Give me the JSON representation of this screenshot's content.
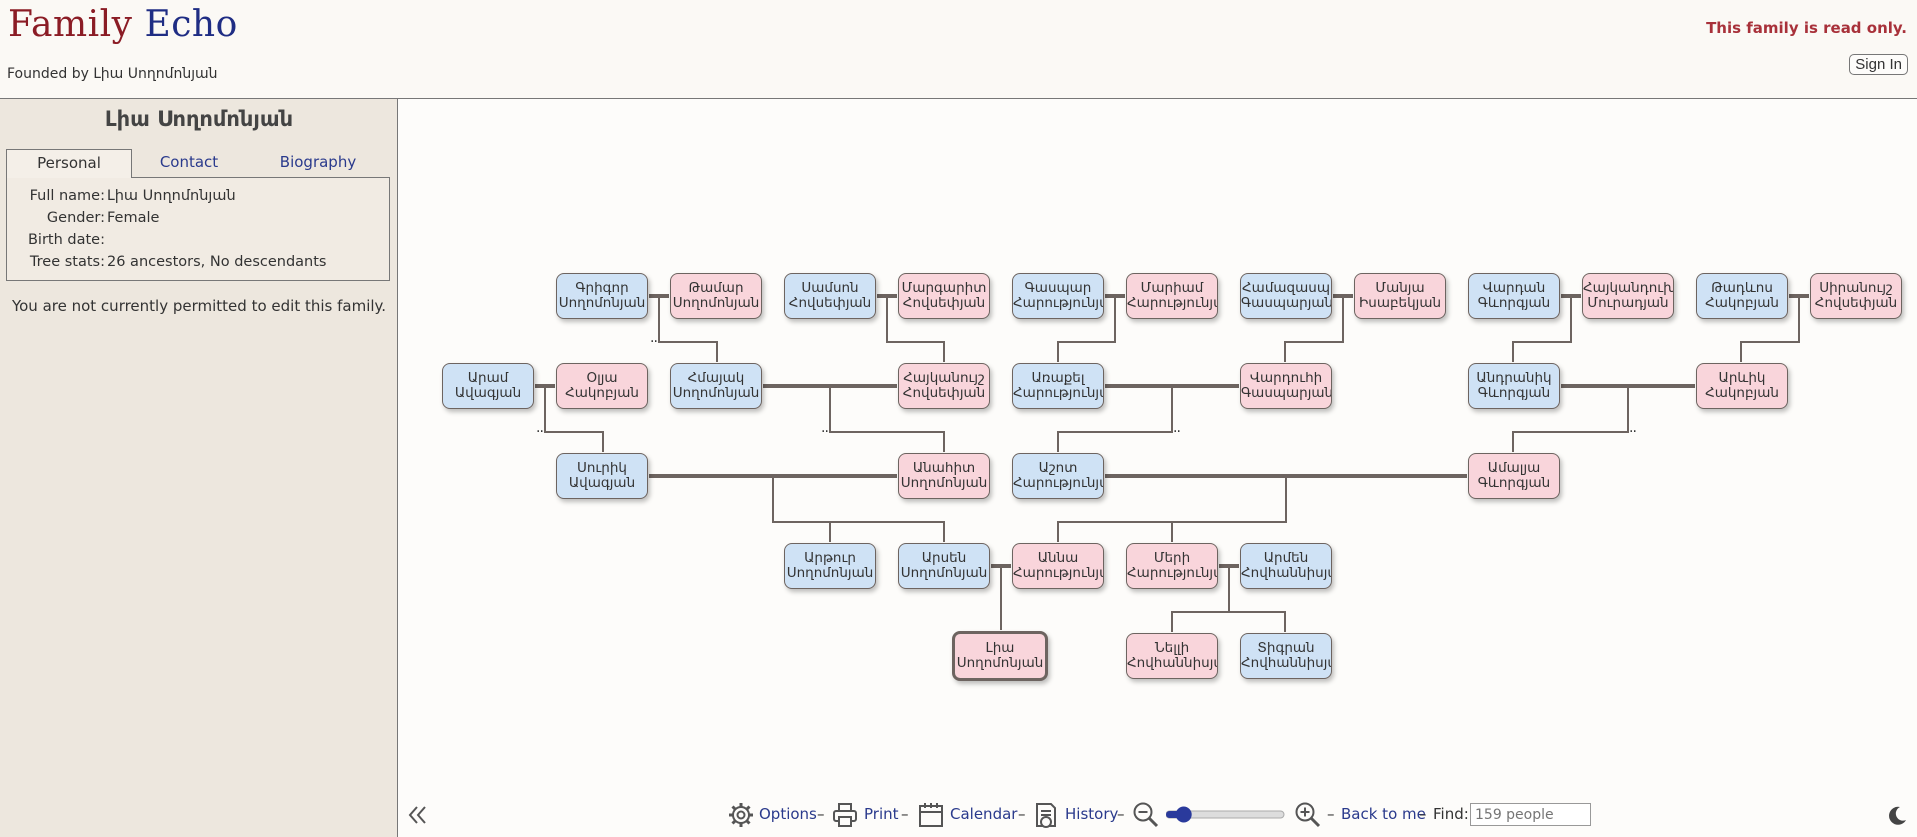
{
  "app": {
    "logo_word1": "Family",
    "logo_word2": "Echo",
    "founded": "Founded by Լիա Սողոմոնյան",
    "readonly": "This family is read only.",
    "signin": "Sign In"
  },
  "sidebar": {
    "name": "Լիա Սողոմոնյան",
    "tabs": [
      "Personal",
      "Contact",
      "Biography"
    ],
    "fields": [
      {
        "label": "Full name:",
        "value": "Լիա Սողոմոնյան"
      },
      {
        "label": "Gender:",
        "value": "Female"
      },
      {
        "label": "Birth date:",
        "value": ""
      },
      {
        "label": "Tree stats:",
        "value": "26 ancestors, No descendants"
      }
    ],
    "notice": "You are not currently permitted to edit this family."
  },
  "tree": {
    "people": [
      {
        "first": "Գրիգոր",
        "last": "Սողոմոնյան",
        "gender": "male"
      },
      {
        "first": "Թամար",
        "last": "Սողոմոնյան",
        "gender": "female"
      },
      {
        "first": "Սամսոն",
        "last": "Հովսեփյան",
        "gender": "male"
      },
      {
        "first": "Մարգարիտ",
        "last": "Հովսեփյան",
        "gender": "female"
      },
      {
        "first": "Գասպար",
        "last": "Հարությունյան",
        "gender": "male"
      },
      {
        "first": "Մարիամ",
        "last": "Հարությունյան",
        "gender": "female"
      },
      {
        "first": "Համազասպ",
        "last": "Գասպարյան",
        "gender": "male"
      },
      {
        "first": "Մանյա",
        "last": "Իսաբեկյան",
        "gender": "female"
      },
      {
        "first": "Վարդան",
        "last": "Գևորգյան",
        "gender": "male"
      },
      {
        "first": "Հայկանդուխտ",
        "last": "Մուրադյան",
        "gender": "female"
      },
      {
        "first": "Թադևոս",
        "last": "Հակոբյան",
        "gender": "male"
      },
      {
        "first": "Սիրանույշ",
        "last": "Հովսեփյան",
        "gender": "female"
      },
      {
        "first": "Արամ",
        "last": "Ավագյան",
        "gender": "male"
      },
      {
        "first": "Օլյա",
        "last": "Հակոբյան",
        "gender": "female"
      },
      {
        "first": "Հմայակ",
        "last": "Սողոմոնյան",
        "gender": "male"
      },
      {
        "first": "Հայկանույշ",
        "last": "Հովսեփյան",
        "gender": "female"
      },
      {
        "first": "Առաքել",
        "last": "Հարությունյան",
        "gender": "male"
      },
      {
        "first": "Վարդուհի",
        "last": "Գասպարյան",
        "gender": "female"
      },
      {
        "first": "Անդրանիկ",
        "last": "Գևորգյան",
        "gender": "male"
      },
      {
        "first": "Արևիկ",
        "last": "Հակոբյան",
        "gender": "female"
      },
      {
        "first": "Սուրիկ",
        "last": "Ավագյան",
        "gender": "male"
      },
      {
        "first": "Անահիտ",
        "last": "Սողոմոնյան",
        "gender": "female"
      },
      {
        "first": "Աշոտ",
        "last": "Հարությունյան",
        "gender": "male"
      },
      {
        "first": "Ամալյա",
        "last": "Գևորգյան",
        "gender": "female"
      },
      {
        "first": "Արթուր",
        "last": "Սողոմոնյան",
        "gender": "male"
      },
      {
        "first": "Արսեն",
        "last": "Սողոմոնյան",
        "gender": "male"
      },
      {
        "first": "Աննա",
        "last": "Հարությունյան",
        "gender": "female"
      },
      {
        "first": "Մերի",
        "last": "Հարությունյան",
        "gender": "female"
      },
      {
        "first": "Արմեն",
        "last": "Հովհաննիսյան",
        "gender": "male"
      },
      {
        "first": "Լիա",
        "last": "Սողոմոնյան",
        "gender": "female"
      },
      {
        "first": "Նելլի",
        "last": "Հովհաննիսյան",
        "gender": "female"
      },
      {
        "first": "Տիգրան",
        "last": "Հովհաննիսյան",
        "gender": "male"
      }
    ],
    "colors": {
      "male": "#cfe2f5",
      "female": "#f9d5db",
      "line": "#6d6460"
    }
  },
  "footer": {
    "options": "Options",
    "print": "Print",
    "calendar": "Calendar",
    "history": "History",
    "back_to_me": "Back to me",
    "find_label": "Find:",
    "find_placeholder": "159 people",
    "zoom_level": 0.15
  }
}
